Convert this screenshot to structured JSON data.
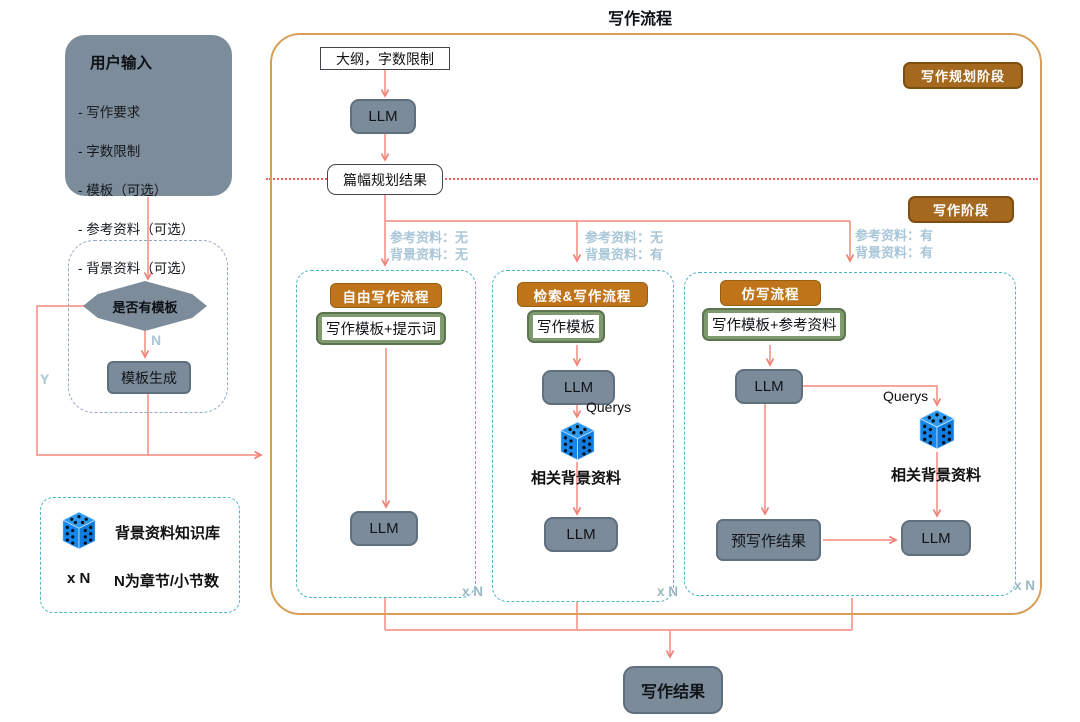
{
  "diagram": {
    "title": "写作流程"
  },
  "user_input": {
    "title": "用户输入",
    "items": [
      "- 写作要求",
      "- 字数限制",
      "- 模板（可选）",
      "- 参考资料（可选）",
      "- 背景资料（可选）"
    ]
  },
  "template_check": {
    "decision": "是否有模板",
    "no_label": "N",
    "yes_label": "Y",
    "generator": "模板生成"
  },
  "planning": {
    "badge": "写作规划阶段",
    "outline_input": "大纲，字数限制",
    "llm": "LLM",
    "result": "篇幅规划结果"
  },
  "writing": {
    "badge": "写作阶段",
    "branches": [
      {
        "conditions": "参考资料：无\n背景资料：无",
        "title": "自由写作流程",
        "template": "写作模板+提示词",
        "llm": "LLM",
        "repeat": "x N"
      },
      {
        "conditions": "参考资料：无\n背景资料：有",
        "title": "检索&写作流程",
        "template": "写作模板",
        "llm1": "LLM",
        "query_label": "Querys",
        "retrieved": "相关背景资料",
        "llm2": "LLM",
        "repeat": "x N"
      },
      {
        "conditions": "参考资料：有\n背景资料：有",
        "title": "仿写流程",
        "template": "写作模板+参考资料",
        "llm1": "LLM",
        "query_label": "Querys",
        "retrieved": "相关背景资料",
        "pre_result": "预写作结果",
        "llm2": "LLM",
        "repeat": "x N"
      }
    ]
  },
  "legend": {
    "kb_label": "背景资料知识库",
    "repeat": "x N",
    "repeat_desc": "N为章节/小节数"
  },
  "output": {
    "label": "写作结果"
  },
  "colors": {
    "container_border": "#D8A057",
    "stage_badge": "#A5681F",
    "flow_badge": "#C0741A",
    "node_gray": "#7B8B9A",
    "template_green": "#7E9A6E",
    "column_teal": "#4AB5C4",
    "arrow_salmon": "#F5998F",
    "divider_red": "#EE6060",
    "condition_text": "#A9C6D8",
    "cube_blue": "#1789E8"
  }
}
